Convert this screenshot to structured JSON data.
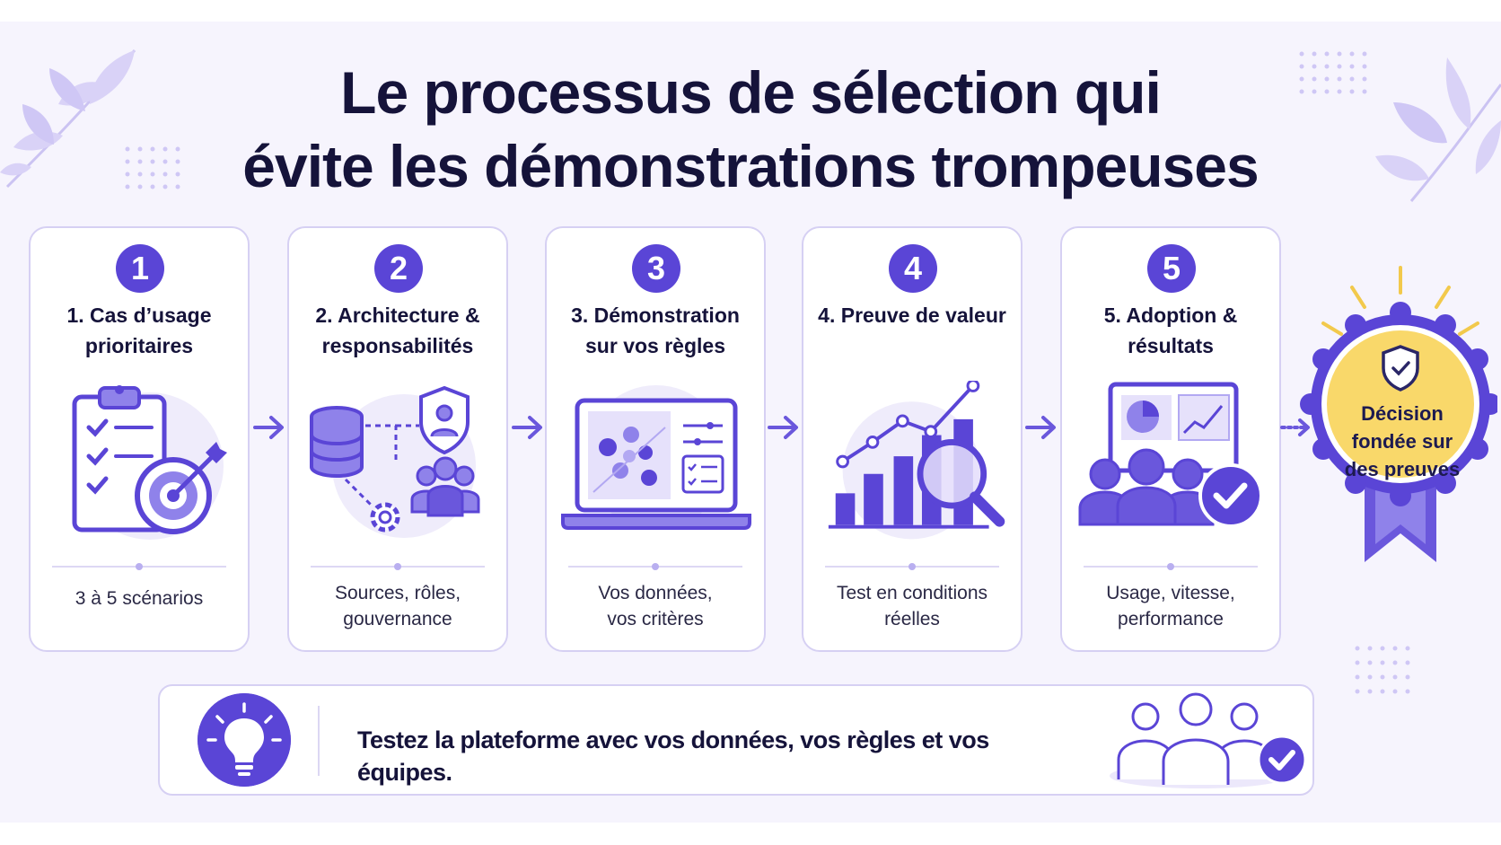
{
  "title": {
    "line1": "Le processus de sélection qui",
    "line2": "évite les démonstrations trompeuses"
  },
  "steps": [
    {
      "number": "1",
      "title": "1. Cas d’usage\nprioritaires",
      "description": "3 à 5 scénarios",
      "icon": "clipboard-target-icon"
    },
    {
      "number": "2",
      "title": "2. Architecture &\nresponsabilités",
      "description": "Sources, rôles,\ngouvernance",
      "icon": "database-team-shield-icon"
    },
    {
      "number": "3",
      "title": "3. Démonstration\nsur vos règles",
      "description": "Vos données,\nvos critères",
      "icon": "laptop-dashboard-icon"
    },
    {
      "number": "4",
      "title": "4. Preuve de valeur",
      "description": "Test en conditions\nréelles",
      "icon": "chart-magnifier-icon"
    },
    {
      "number": "5",
      "title": "5. Adoption &\nrésultats",
      "description": "Usage, vitesse,\nperformance",
      "icon": "team-presentation-check-icon"
    }
  ],
  "badge": {
    "label": "Décision\nfondée sur\ndes preuves",
    "icon": "shield-check-icon"
  },
  "banner": {
    "text": "Testez la plateforme avec vos données, vos règles et vos équipes.",
    "icon": "lightbulb-icon"
  },
  "colors": {
    "accent": "#5a45d6",
    "accent_light": "#8f82ea",
    "badge_fill": "#f9d86a",
    "text": "#15133a",
    "background": "#f6f4fd"
  }
}
